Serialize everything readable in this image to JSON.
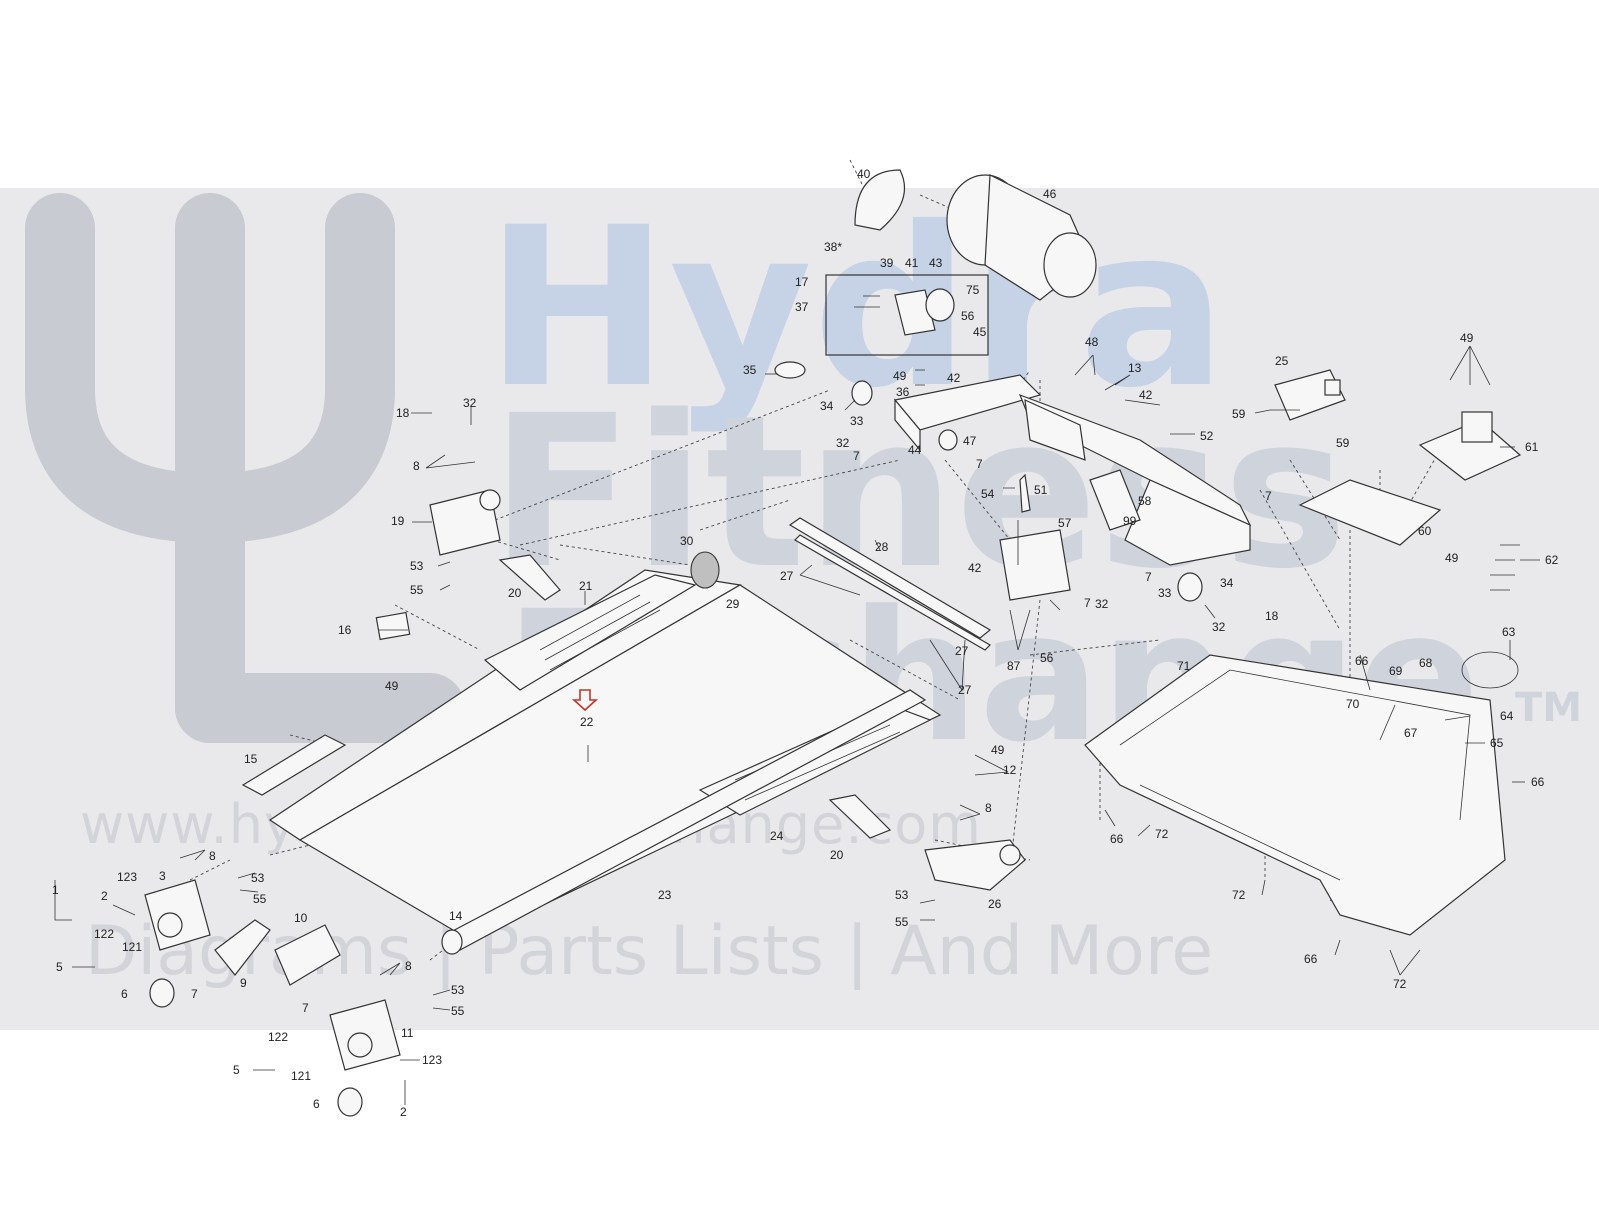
{
  "watermark": {
    "line1": "Hydra",
    "line2": "Fitness",
    "line3": "Exchange",
    "trademark": "TM",
    "url": "www.hydrafitnessexchange.com",
    "tagline": "Diagrams | Parts Lists | And More"
  },
  "colors": {
    "watermark_band": "#e9e9eb",
    "logo_gray": "#c8cbd2",
    "hydra_blue": "#c6d3e6",
    "line": "#333333",
    "highlight_arrow": "#c0392b"
  },
  "icons": {
    "highlight": "down-arrow-outline-icon"
  },
  "highlighted_part": "22",
  "callouts": {
    "c1": "1",
    "c2a": "2",
    "c2b": "2",
    "c3": "3",
    "c5a": "5",
    "c5b": "5",
    "c6a": "6",
    "c6b": "6",
    "c7a": "7",
    "c7b": "7",
    "c7c": "7",
    "c7d": "7",
    "c7e": "7",
    "c7f": "7",
    "c7g": "7",
    "c8a": "8",
    "c8b": "8",
    "c8c": "8",
    "c8d": "8",
    "c9": "9",
    "c10": "10",
    "c11": "11",
    "c12": "12",
    "c13": "13",
    "c14": "14",
    "c15": "15",
    "c16": "16",
    "c17": "17",
    "c18a": "18",
    "c18b": "18",
    "c19": "19",
    "c20a": "20",
    "c20b": "20",
    "c21": "21",
    "c22": "22",
    "c23": "23",
    "c24": "24",
    "c25": "25",
    "c26": "26",
    "c27a": "27",
    "c27b": "27",
    "c27c": "27",
    "c28": "28",
    "c29": "29",
    "c30": "30",
    "c32a": "32",
    "c32b": "32",
    "c32c": "32",
    "c32d": "32",
    "c33a": "33",
    "c33b": "33",
    "c34a": "34",
    "c34b": "34",
    "c35": "35",
    "c36": "36",
    "c37": "37",
    "c38": "38*",
    "c39": "39",
    "c40": "40",
    "c41": "41",
    "c42a": "42",
    "c42b": "42",
    "c42c": "42",
    "c43": "43",
    "c44": "44",
    "c45": "45",
    "c46": "46",
    "c47": "47",
    "c48": "48",
    "c49a": "49",
    "c49b": "49",
    "c49c": "49",
    "c49d": "49",
    "c49e": "49",
    "c51": "51",
    "c52": "52",
    "c53a": "53",
    "c53b": "53",
    "c53c": "53",
    "c53d": "53",
    "c54": "54",
    "c55a": "55",
    "c55b": "55",
    "c55c": "55",
    "c55d": "55",
    "c56a": "56",
    "c56b": "56",
    "c57": "57",
    "c58": "58",
    "c59a": "59",
    "c59b": "59",
    "c60": "60",
    "c61": "61",
    "c62": "62",
    "c63": "63",
    "c64": "64",
    "c65": "65",
    "c66a": "66",
    "c66b": "66",
    "c66c": "66",
    "c66d": "66",
    "c67": "67",
    "c68": "68",
    "c69": "69",
    "c70": "70",
    "c71": "71",
    "c72a": "72",
    "c72b": "72",
    "c72c": "72",
    "c75": "75",
    "c87": "87",
    "c99": "99",
    "c121a": "121",
    "c121b": "121",
    "c122a": "122",
    "c122b": "122",
    "c123a": "123",
    "c123b": "123"
  }
}
